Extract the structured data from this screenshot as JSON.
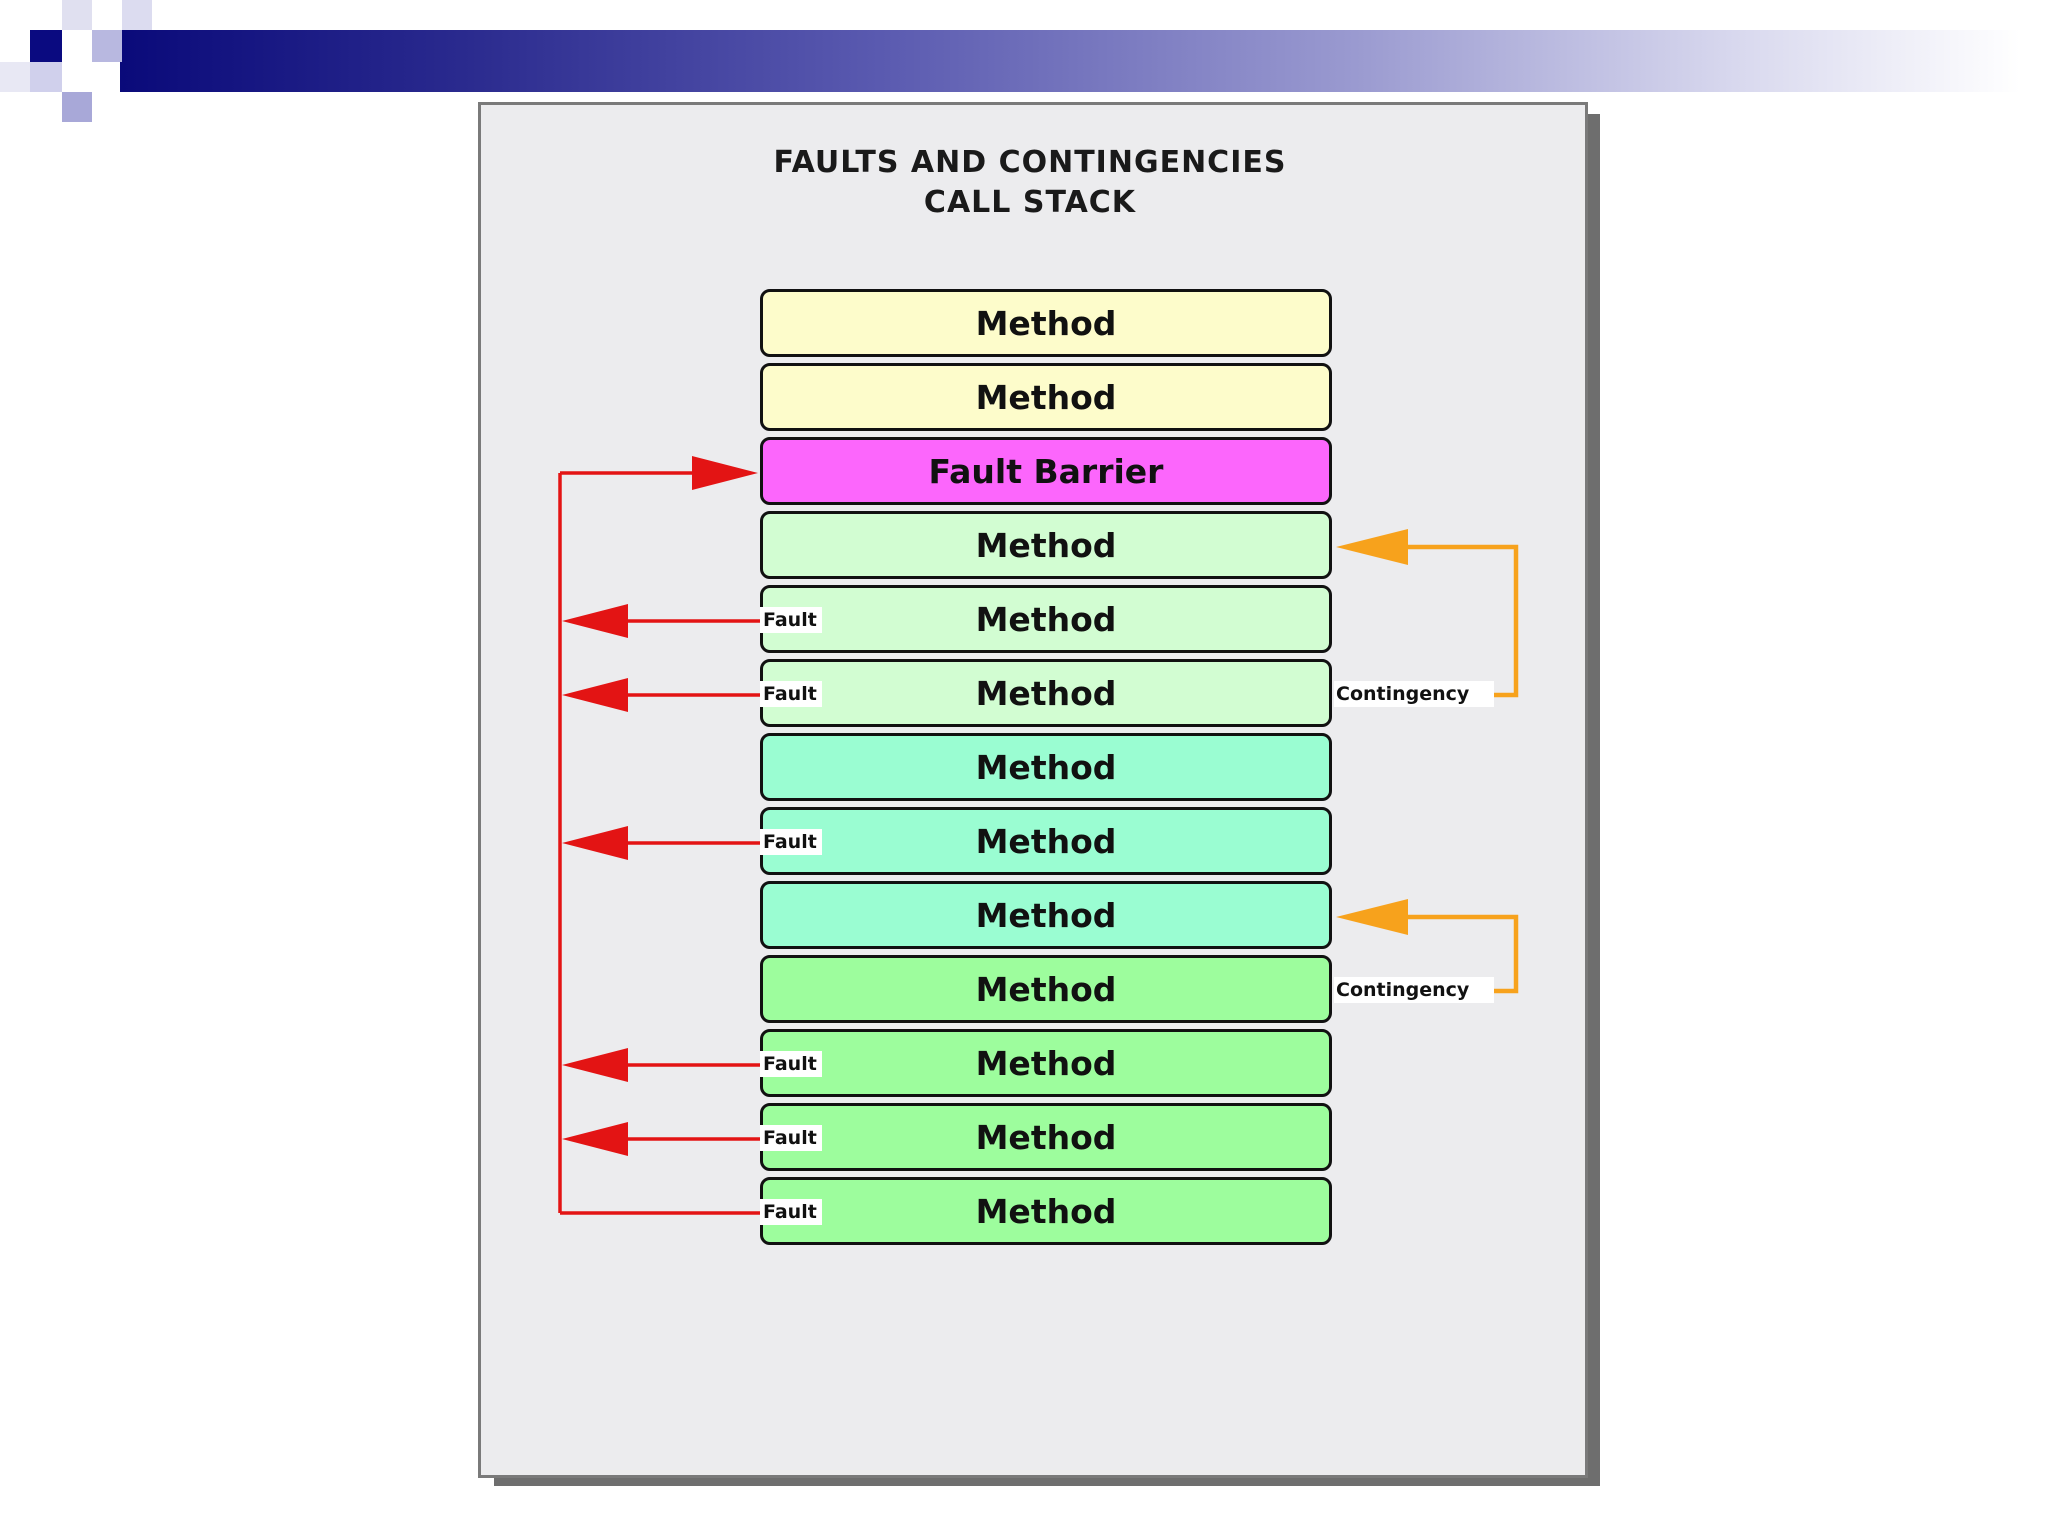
{
  "diagram": {
    "title_line1": "FAULTS AND CONTINGENCIES",
    "title_line2": "CALL STACK",
    "method_label": "Method",
    "fault_barrier_label": "Fault Barrier",
    "fault_label": "Fault",
    "contingency_label": "Contingency",
    "stack": [
      {
        "label": "Method",
        "color": "#fdfccb",
        "fault": false
      },
      {
        "label": "Method",
        "color": "#fdfccb",
        "fault": false
      },
      {
        "label": "Fault Barrier",
        "color": "#fc66fc",
        "fault": false
      },
      {
        "label": "Method",
        "color": "#d2fdd2",
        "fault": false
      },
      {
        "label": "Method",
        "color": "#d2fdd2",
        "fault": true
      },
      {
        "label": "Method",
        "color": "#d2fdd2",
        "fault": true
      },
      {
        "label": "Method",
        "color": "#9afdd2",
        "fault": false
      },
      {
        "label": "Method",
        "color": "#9afdd2",
        "fault": true
      },
      {
        "label": "Method",
        "color": "#9afdd2",
        "fault": false
      },
      {
        "label": "Method",
        "color": "#9dfd9d",
        "fault": false
      },
      {
        "label": "Method",
        "color": "#9dfd9d",
        "fault": true
      },
      {
        "label": "Method",
        "color": "#9dfd9d",
        "fault": true
      },
      {
        "label": "Method",
        "color": "#9dfd9d",
        "fault": true
      }
    ],
    "colors": {
      "fault_arrow": "#e31414",
      "contingency_arrow": "#f7a21c"
    }
  }
}
